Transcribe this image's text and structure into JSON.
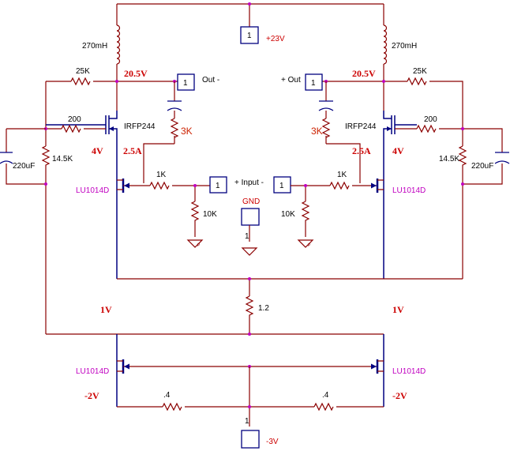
{
  "supply": {
    "positive": "+23V",
    "negative": "-3V",
    "pin_pos": "1",
    "pin_neg": "1"
  },
  "inductors": {
    "left": "270mH",
    "right": "270mH"
  },
  "outputs": {
    "left": {
      "pin": "1",
      "label": "Out -"
    },
    "right": {
      "pin": "1",
      "label": "+ Out"
    }
  },
  "inputs": {
    "left": {
      "pin": "1",
      "label": "+ Input -"
    },
    "right": {
      "pin": "1"
    }
  },
  "gnd": {
    "label": "GND",
    "pin": "1"
  },
  "voltages": {
    "v20_left": "20.5V",
    "v20_right": "20.5V",
    "v4_left": "4V",
    "v4_right": "4V",
    "a25_left": "2.5A",
    "a25_right": "2.5A",
    "v1_left": "1V",
    "v1_right": "1V",
    "vm2_left": "-2V",
    "vm2_right": "-2V"
  },
  "resistors": {
    "r25k_left": "25K",
    "r25k_right": "25K",
    "r200_left": "200",
    "r200_right": "200",
    "r145k_left": "14.5K",
    "r145k_right": "14.5K",
    "r3k_left": "3K",
    "r3k_right": "3K",
    "r1k_left": "1K",
    "r1k_right": "1K",
    "r10k_left": "10K",
    "r10k_right": "10K",
    "r12": "1.2",
    "r04_left": ".4",
    "r04_right": ".4"
  },
  "capacitors": {
    "left": "220uF",
    "right": "220uF"
  },
  "transistors": {
    "mosfet_left": "IRFP244",
    "mosfet_right": "IRFP244",
    "jfet_upper_left": "LU1014D",
    "jfet_upper_right": "LU1014D",
    "jfet_lower_left": "LU1014D",
    "jfet_lower_right": "LU1014D"
  },
  "ground_marks": {
    "g1": "P",
    "g2": "P",
    "g3": "P"
  }
}
